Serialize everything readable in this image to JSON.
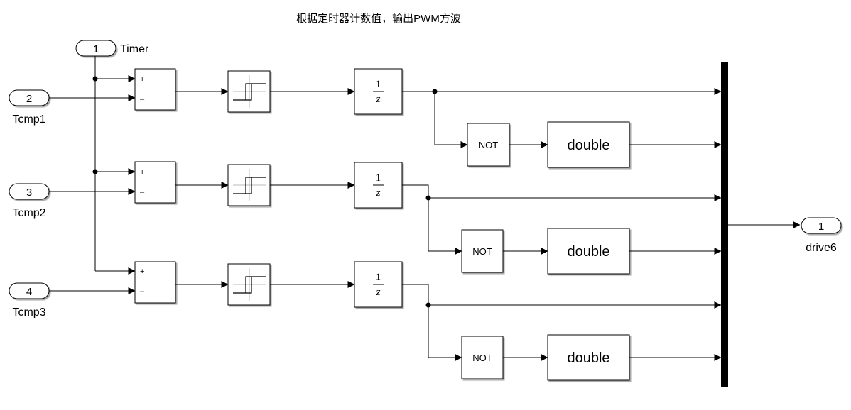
{
  "title": "根据定时器计数值，输出PWM方波",
  "inports": [
    {
      "number": "1",
      "name": "Timer"
    },
    {
      "number": "2",
      "name": "Tcmp1"
    },
    {
      "number": "3",
      "name": "Tcmp2"
    },
    {
      "number": "4",
      "name": "Tcmp3"
    }
  ],
  "outport": {
    "number": "1",
    "name": "drive6"
  },
  "sum_signs": {
    "plus": "+",
    "minus": "–"
  },
  "delay": {
    "numerator": "1",
    "denominator": "z"
  },
  "not_label": "NOT",
  "convert_label": "double"
}
